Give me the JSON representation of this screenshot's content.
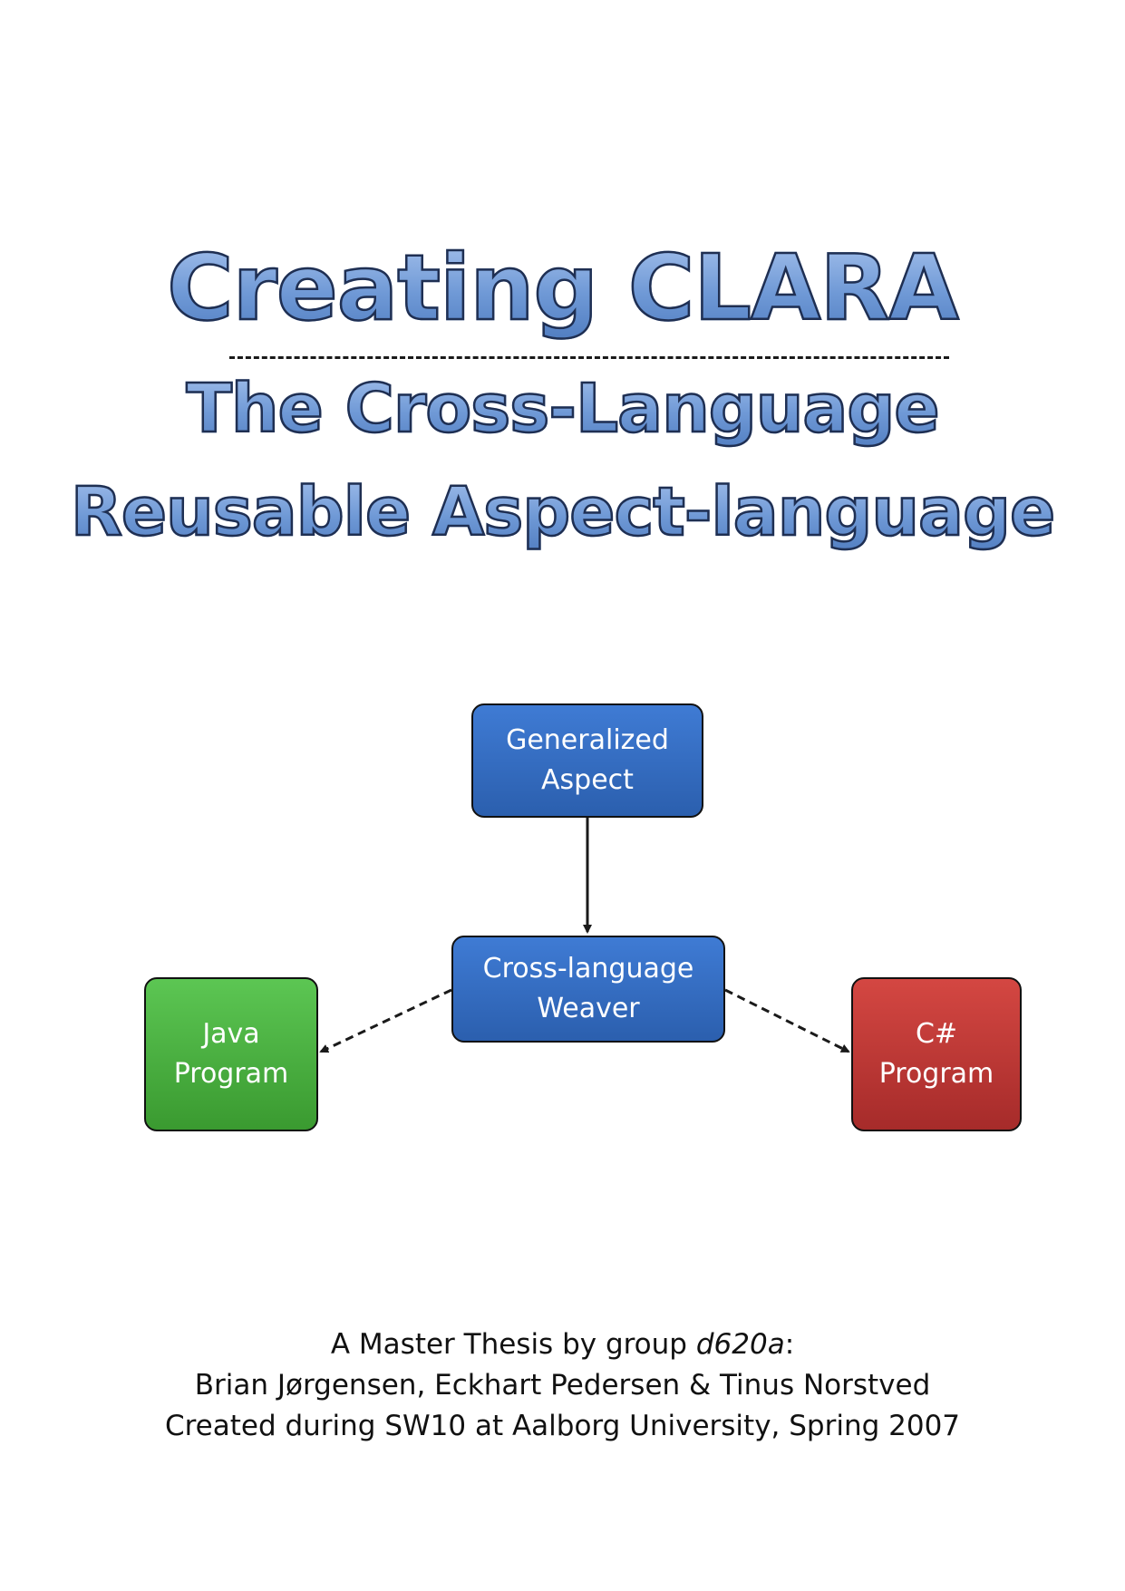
{
  "title": {
    "main": "Creating CLARA",
    "sub_line1": "The Cross-Language",
    "sub_line2": "Reusable Aspect-language",
    "fill_color": "#6f99d6",
    "stroke_color": "#1f2f52"
  },
  "diagram": {
    "nodes": {
      "generalized": {
        "line1": "Generalized",
        "line2": "Aspect",
        "color": "#2b5fae"
      },
      "weaver": {
        "line1": "Cross-language",
        "line2": "Weaver",
        "color": "#2b5fae"
      },
      "java": {
        "line1": "Java",
        "line2": "Program",
        "color": "#3a9a30"
      },
      "csharp": {
        "line1": "C#",
        "line2": "Program",
        "color": "#a62b2a"
      }
    },
    "edges": [
      {
        "from": "generalized",
        "to": "weaver",
        "style": "solid"
      },
      {
        "from": "weaver",
        "to": "java",
        "style": "dashed"
      },
      {
        "from": "weaver",
        "to": "csharp",
        "style": "dashed"
      }
    ]
  },
  "footer": {
    "line1_prefix": "A Master Thesis by group ",
    "line1_group": "d620a",
    "line1_suffix": ":",
    "line2": "Brian Jørgensen, Eckhart Pedersen & Tinus Norstved",
    "line3": "Created during SW10 at Aalborg University, Spring 2007"
  }
}
